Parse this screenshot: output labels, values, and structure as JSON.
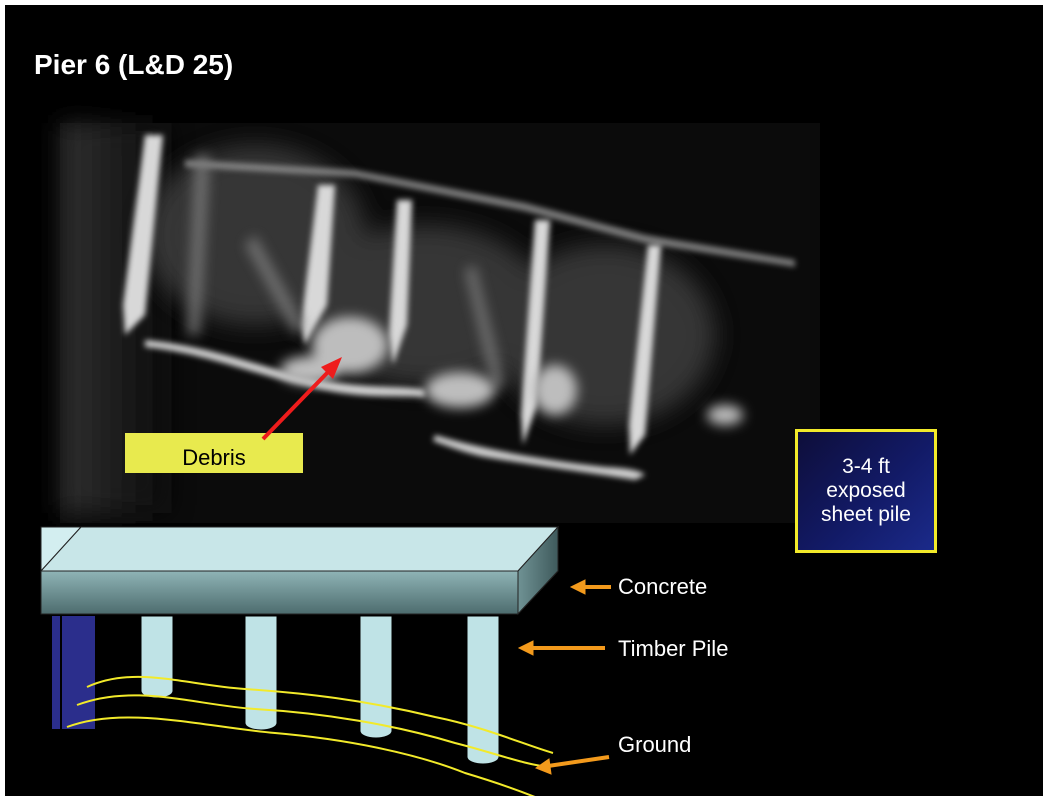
{
  "slide": {
    "title": "Pier 6 (L&D 25)"
  },
  "callouts": {
    "debris": "Debris",
    "sheet_pile": [
      "3-4 ft",
      "exposed",
      "sheet pile"
    ]
  },
  "legend": {
    "concrete": "Concrete",
    "timber_pile": "Timber Pile",
    "ground": "Ground"
  },
  "colors": {
    "background": "#000000",
    "debris_box": "#e8ea4e",
    "sheet_box_border": "#f2ea2a",
    "concrete": "#bfe3e6",
    "timber_pile": "#bfe3e6",
    "sheet_pile": "#2b2e8c",
    "ground_lines": "#f2ea2a",
    "leader_arrows": "#f39a1c",
    "debris_arrow": "#ee1c1c"
  }
}
